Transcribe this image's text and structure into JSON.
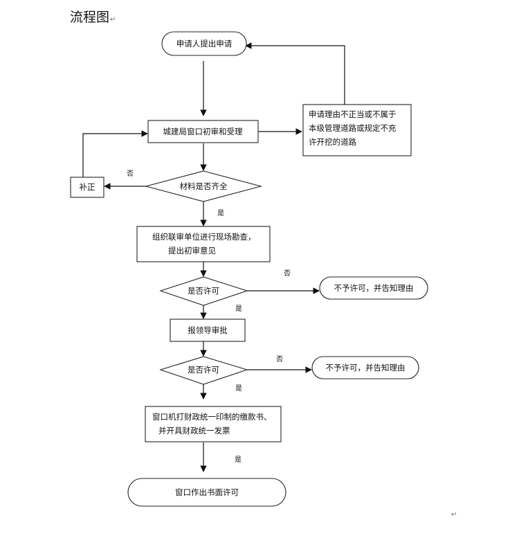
{
  "title": "流程图",
  "paragraph_mark": "↵",
  "nodes": {
    "n1": "申请人提出申请",
    "n2": "城建局窗口初审和受理",
    "n3": [
      "申请理由不正当或不属于",
      "本级管理道路或规定不充",
      "许开挖的道路"
    ],
    "n4": "材料是否齐全",
    "n5": "补正",
    "n6": [
      "组织联审单位进行现场勘查，",
      "提出初审意见"
    ],
    "n7": "是否许可",
    "n8": "不予许可，并告知理由",
    "n9": "报领导审批",
    "n10": "是否许可",
    "n11": "不予许可，并告知理由",
    "n12": [
      "窗口机打财政统一印制的缴款书、",
      "并开具财政统一发票"
    ],
    "n13": "窗口作出书面许可"
  },
  "edge_labels": {
    "no_1": "否",
    "yes_1": "是",
    "no_2": "否",
    "yes_2": "是",
    "no_3": "否",
    "yes_3": "是",
    "yes_4": "是"
  }
}
